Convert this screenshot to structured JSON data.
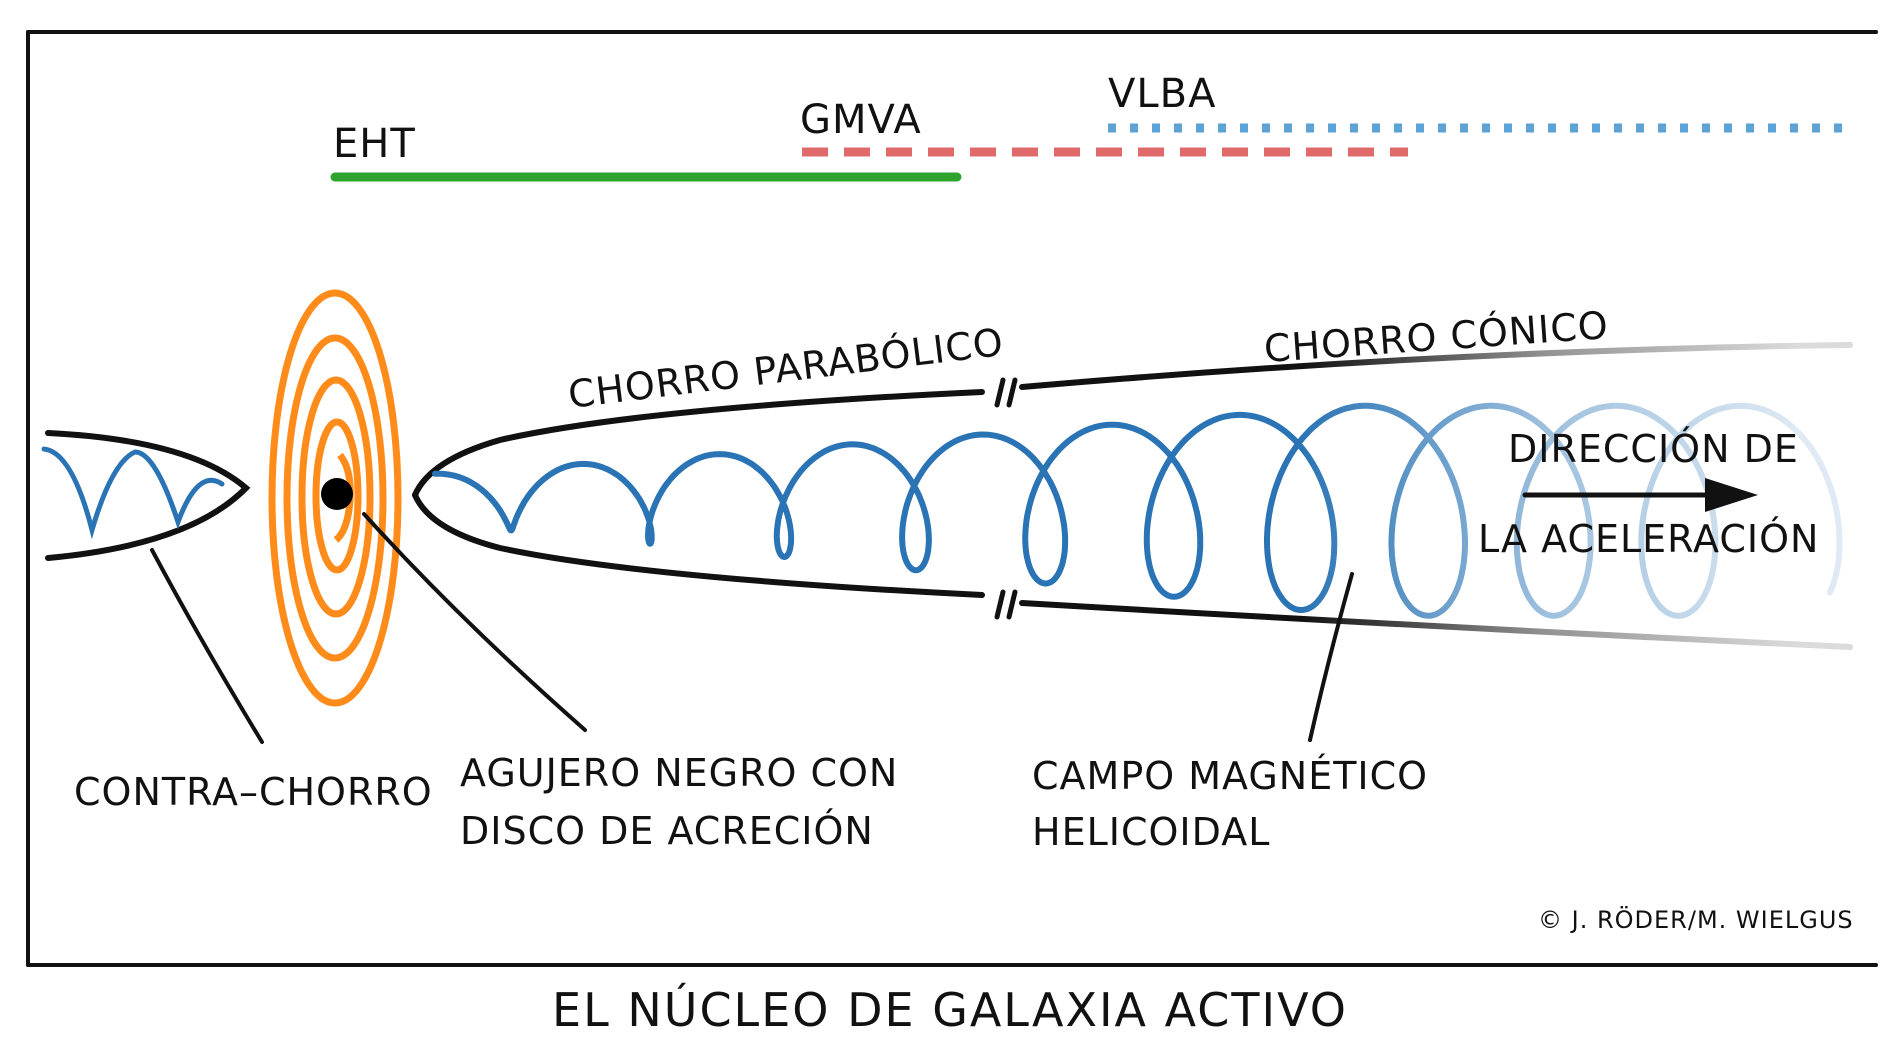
{
  "colors": {
    "ink": "#111111",
    "eht": "#2ea32e",
    "gmva": "#e06a6a",
    "vlba": "#5ea3d6",
    "disk": "#ff8c1a",
    "helix": "#2a74b5",
    "frame": "#111111"
  },
  "observatories": {
    "eht": "EHT",
    "gmva": "GMVA",
    "vlba": "VLBA"
  },
  "labels": {
    "parabolic_jet": "CHORRO PARABÓLICO",
    "conical_jet": "CHORRO CÓNICO",
    "acceleration_line1": "DIRECCIÓN DE",
    "acceleration_line2": "LA ACELERACIÓN",
    "counter_jet": "CONTRA–CHORRO",
    "black_hole_line1": "AGUJERO NEGRO CON",
    "black_hole_line2": "DISCO DE ACRECIÓN",
    "magnetic_line1": "CAMPO MAGNÉTICO",
    "magnetic_line2": "HELICOIDAL",
    "copyright": "© J. RÖDER/M. WIELGUS"
  },
  "caption": "EL NÚCLEO DE GALAXIA ACTIVO",
  "icons": {
    "black_hole": "black-hole-icon",
    "accretion_disk": "accretion-disk-icon",
    "helix": "helical-field-icon",
    "arrow": "arrow-right-icon"
  }
}
